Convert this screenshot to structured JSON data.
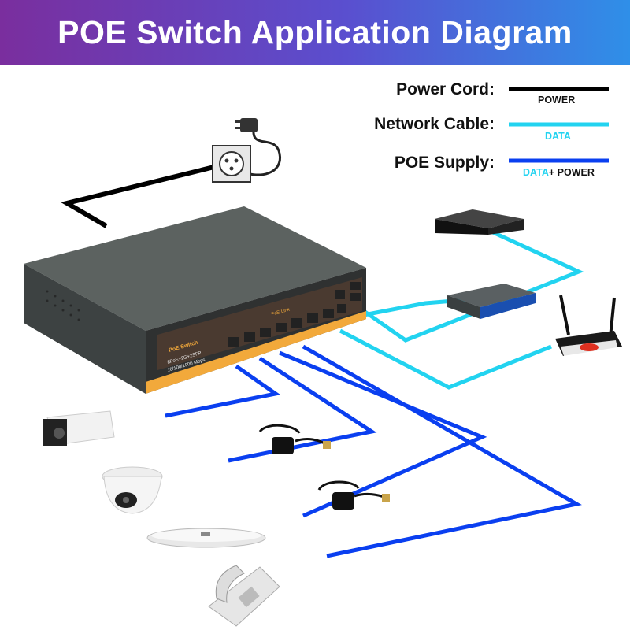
{
  "title": "POE Switch Application Diagram",
  "legend": [
    {
      "label": "Power Cord:",
      "sub": "POWER",
      "color": "#000000"
    },
    {
      "label": "Network Cable:",
      "sub": "DATA",
      "color": "#22d3f0"
    },
    {
      "label": "POE Supply:",
      "sub_data": "DATA",
      "sub_power": "+ POWER",
      "color": "#0a3ff0"
    }
  ],
  "switch": {
    "brand": "PoE Switch",
    "model": "8PoE+2G+2SFP",
    "speed": "10/100/1000 Mbps",
    "link_label": "PoE Link"
  },
  "devices": [
    "socket-plug",
    "nvr",
    "network-switch",
    "wifi-router",
    "bullet-camera",
    "poe-splitter",
    "dome-camera",
    "poe-splitter",
    "wireless-access-point",
    "ip-phone"
  ],
  "colors": {
    "power": "#000000",
    "data": "#22d3f0",
    "poe": "#0a3ff0",
    "accent": "#f2a93b"
  }
}
